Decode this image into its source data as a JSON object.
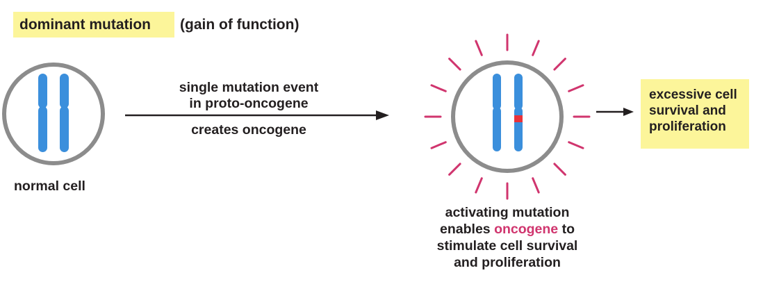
{
  "title": {
    "main": "dominant mutation",
    "sub": "(gain of function)"
  },
  "normal_cell": {
    "label": "normal cell"
  },
  "event": {
    "line1": "single mutation event",
    "line2": "in proto-oncogene",
    "line3": "creates oncogene"
  },
  "mutant_cell": {
    "caption_line1": "activating mutation",
    "caption_line2_pre": "enables ",
    "caption_line2_highlight": "oncogene",
    "caption_line2_post": " to",
    "caption_line3": "stimulate cell survival",
    "caption_line4": "and proliferation"
  },
  "result": {
    "line1": "excessive cell",
    "line2": "survival and",
    "line3": "proliferation"
  },
  "colors": {
    "cell_outline": "#8c8c8c",
    "chromosome": "#3b8fdc",
    "mutation_band": "#e8323a",
    "activation_rays": "#d0356e",
    "highlight": "#fcf59a",
    "text": "#231f20"
  }
}
